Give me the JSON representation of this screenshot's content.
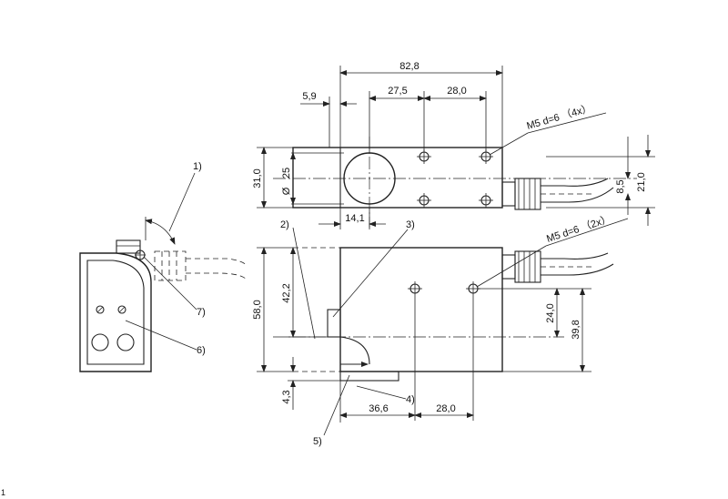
{
  "drawing": {
    "dimensions": {
      "total_length": "82,8",
      "offset_left": "5,9",
      "hole_spacing_a": "27,5",
      "hole_spacing_b": "28,0",
      "height_top": "31,0",
      "diameter": "25",
      "bottom_offset": "14,1",
      "right_inner": "8,5",
      "right_outer": "21,0",
      "side_height": "58,0",
      "side_inner": "42,2",
      "side_bottom": "4,3",
      "bottom_left": "36,6",
      "bottom_right": "28,0",
      "right_low": "24,0",
      "right_high": "39,8"
    },
    "threads": {
      "top": "M5 d=6 （4x）",
      "side": "M5 d=6 （2x）"
    },
    "callouts": [
      "1)",
      "2)",
      "3)",
      "4)",
      "5)",
      "6)",
      "7)"
    ],
    "corner_mark": "1"
  }
}
